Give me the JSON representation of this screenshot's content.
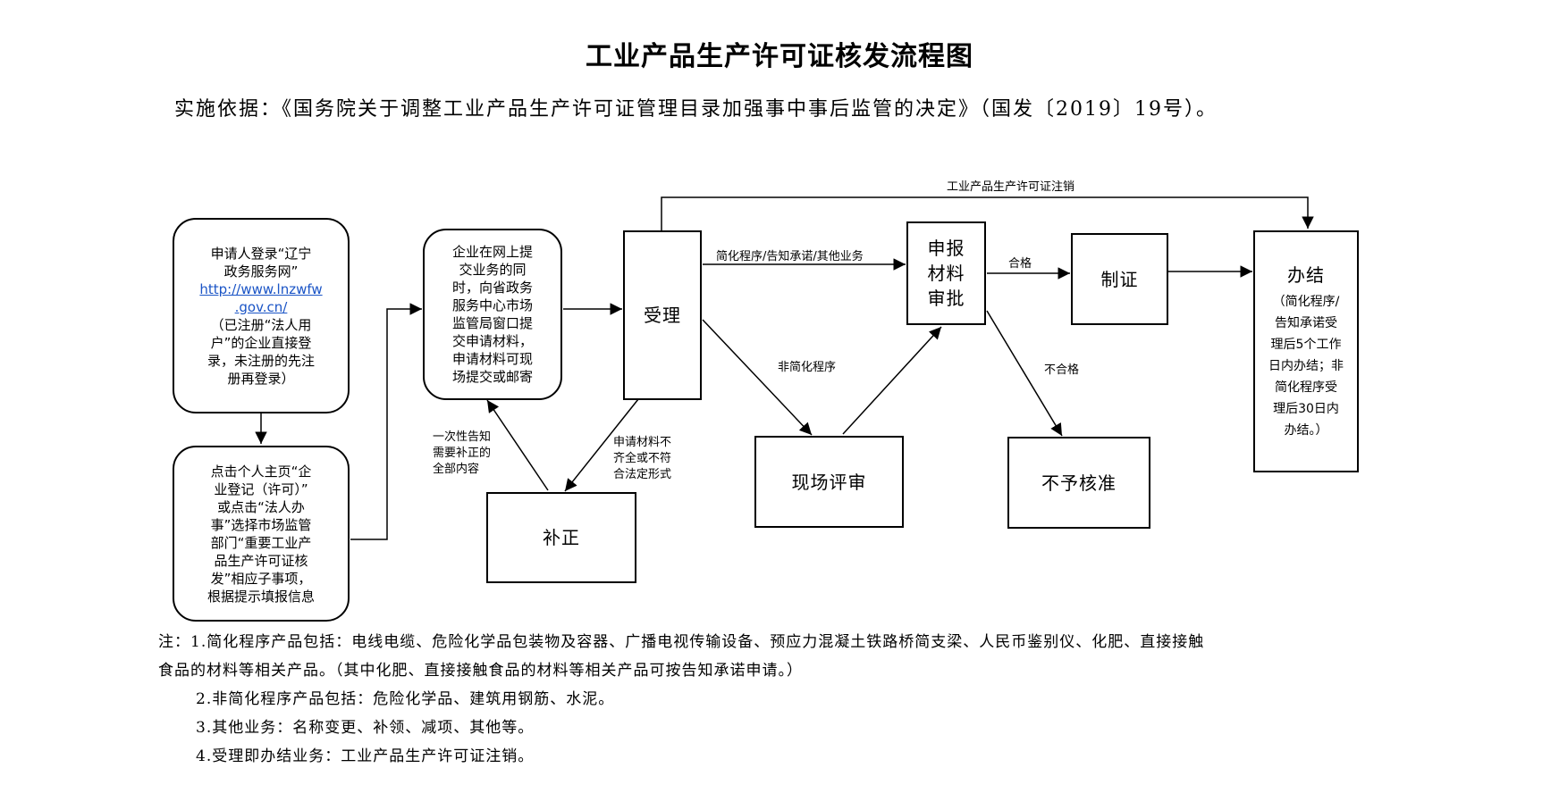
{
  "title": "工业产品生产许可证核发流程图",
  "basis": "实施依据：《国务院关于调整工业产品生产许可证管理目录加强事中事后监管的决定》（国发〔2019〕19号）。",
  "boxes": {
    "login": {
      "line1": "申请人登录“辽宁",
      "line2": "政务服务网”",
      "link1": "http://www.lnzwfw",
      "link2": ".gov.cn/",
      "line3": "（已注册“法人用",
      "line4": "户”的企业直接登",
      "line5": "录，未注册的先注",
      "line6": "册再登录）"
    },
    "click": {
      "line1": "点击个人主页“企",
      "line2": "业登记（许可）”",
      "line3": "或点击“法人办",
      "line4": "事”选择市场监管",
      "line5": "部门“重要工业产",
      "line6": "品生产许可证核",
      "line7": "发”相应子事项，",
      "line8": "根据提示填报信息"
    },
    "submit": {
      "line1": "企业在网上提",
      "line2": "交业务的同",
      "line3": "时，向省政务",
      "line4": "服务中心市场",
      "line5": "监管局窗口提",
      "line6": "交申请材料，",
      "line7": "申请材料可现",
      "line8": "场提交或邮寄"
    },
    "accept": "受理",
    "review": {
      "line1": "申报",
      "line2": "材料",
      "line3": "审批"
    },
    "issue": "制证",
    "complete": {
      "title": "办结",
      "line1": "（简化程序/",
      "line2": "告知承诺受",
      "line3": "理后5个工作",
      "line4": "日内办结；非",
      "line5": "简化程序受",
      "line6": "理后30日内",
      "line7": "办结。）"
    },
    "correct": "补正",
    "onsite": "现场评审",
    "reject": "不予核准"
  },
  "edge_labels": {
    "cancel": "工业产品生产许可证注销",
    "simplified": "简化程序/告知承诺/其他业务",
    "pass": "合格",
    "non_simplified": "非简化程序",
    "fail": "不合格",
    "incomplete1": "申请材料不",
    "incomplete2": "齐全或不符",
    "incomplete3": "合法定形式",
    "notify1": "一次性告知",
    "notify2": "需要补正的",
    "notify3": "全部内容"
  },
  "notes": {
    "n1a": "注：1.简化程序产品包括：电线电缆、危险化学品包装物及容器、广播电视传输设备、预应力混凝土铁路桥简支梁、人民币鉴别仪、化肥、直接接触",
    "n1b": "食品的材料等相关产品。（其中化肥、直接接触食品的材料等相关产品可按告知承诺申请。）",
    "n2": "2.非简化程序产品包括：危险化学品、建筑用钢筋、水泥。",
    "n3": "3.其他业务：名称变更、补领、减项、其他等。",
    "n4": "4.受理即办结业务：工业产品生产许可证注销。"
  }
}
